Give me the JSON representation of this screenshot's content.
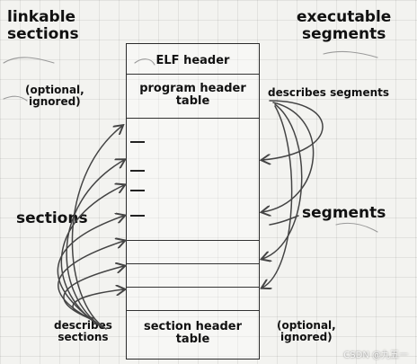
{
  "labels": {
    "linkable_title": "linkable\nsections",
    "executable_title": "executable\nsegments",
    "optional_ignored_left": "(optional,\nignored)",
    "sections": "sections",
    "describes_sections": "describes\nsections",
    "describes_segments": "describes segments",
    "segments": "segments",
    "optional_ignored_right": "(optional,\nignored)"
  },
  "elf_file": {
    "elf_header": "ELF header",
    "program_header_table": "program header\ntable",
    "section_header_table": "section header\ntable"
  },
  "watermark": "CSDN @九五一"
}
